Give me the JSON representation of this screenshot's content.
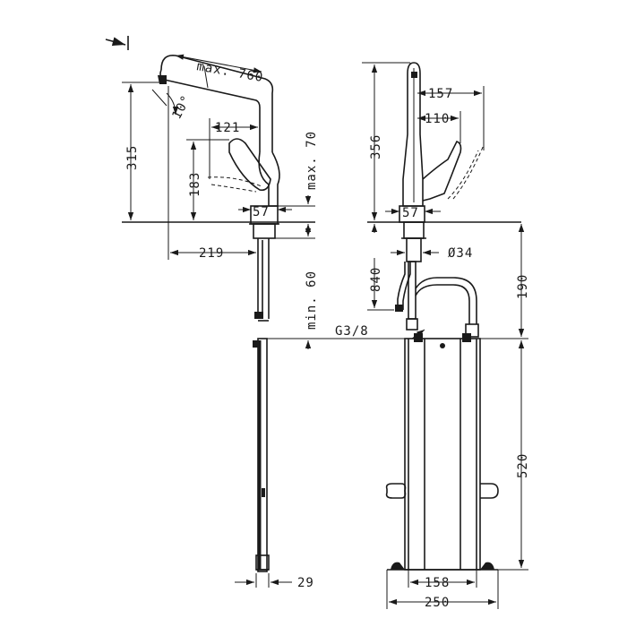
{
  "dimensions": {
    "max_760": "max. 760",
    "angle_10": "10°",
    "d_121": "121",
    "d_315": "315",
    "d_183": "183",
    "max_70": "max. 70",
    "d_57_side": "57",
    "d_219": "219",
    "min_60": "min. 60",
    "d_29": "29",
    "d_356": "356",
    "d_157": "157",
    "d_110": "110",
    "d_57_front": "57",
    "d_34": "Ø34",
    "d_840": "840",
    "d_190": "190",
    "g38": "G3/8",
    "d_520": "520",
    "d_158": "158",
    "d_250": "250"
  }
}
